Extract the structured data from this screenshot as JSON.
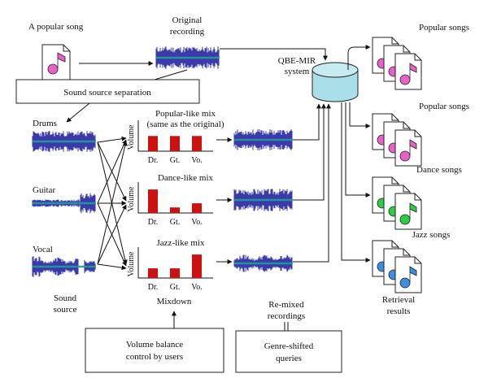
{
  "input": {
    "label": "A popular song"
  },
  "original": {
    "label_line1": "Original",
    "label_line2": "recording"
  },
  "separation": {
    "label": "Sound source separation"
  },
  "system": {
    "label_line1": "QBE-MIR",
    "label_line2": "system"
  },
  "sources": {
    "drums": "Drums",
    "guitar": "Guitar",
    "vocal": "Vocal",
    "caption_line1": "Sound",
    "caption_line2": "source"
  },
  "mixes": [
    {
      "title_line1": "Popular-like mix",
      "title_line2": "(same as the original)",
      "volumes": {
        "drums": 0.55,
        "guitar": 0.55,
        "vocal": 0.55
      }
    },
    {
      "title_line1": "Dance-like mix",
      "title_line2": "",
      "volumes": {
        "drums": 0.85,
        "guitar": 0.2,
        "vocal": 0.35
      }
    },
    {
      "title_line1": "Jazz-like mix",
      "title_line2": "",
      "volumes": {
        "drums": 0.35,
        "guitar": 0.35,
        "vocal": 0.85
      }
    }
  ],
  "bar_labels": {
    "drums": "Dr.",
    "guitar": "Gt.",
    "vocal": "Vo."
  },
  "axis_label": "Volume",
  "mixdown": {
    "label": "Mixdown"
  },
  "volume_box": {
    "line1": "Volume balance",
    "line2": "control by users"
  },
  "remixed": {
    "line1": "Re-mixed",
    "line2": "recordings"
  },
  "genre_box": {
    "line1": "Genre-shifted",
    "line2": "queries"
  },
  "results": [
    {
      "label": "Popular songs",
      "color": "#e860c8"
    },
    {
      "label": "Popular songs",
      "color": "#e860c8"
    },
    {
      "label": "Dance songs",
      "color": "#2ecc40"
    },
    {
      "label": "Jazz songs",
      "color": "#3b8fe0"
    }
  ],
  "retrieval": {
    "line1": "Retrieval",
    "line2": "results"
  },
  "colors": {
    "wave": "#3a3aa8",
    "wave_core": "#1fa39a",
    "bar": "#cc1111",
    "db_fill": "#a9dfe8",
    "note_pink": "#e860c8"
  }
}
